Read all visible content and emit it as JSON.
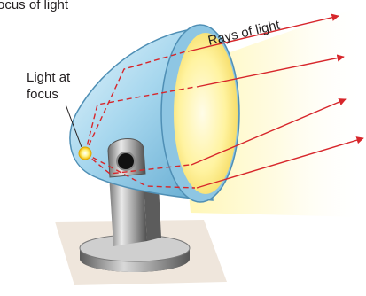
{
  "top_text_fragment": "ocus of light",
  "labels": {
    "rays": "Rays of light",
    "focus_line1": "Light at",
    "focus_line2": "focus"
  },
  "colors": {
    "ray": "#d7262b",
    "reflector_blue": "#a9d8ef",
    "beam_yellow": "#fff3a8",
    "bulb": "#ffe13a",
    "base_shadow": "#efe6dc"
  }
}
